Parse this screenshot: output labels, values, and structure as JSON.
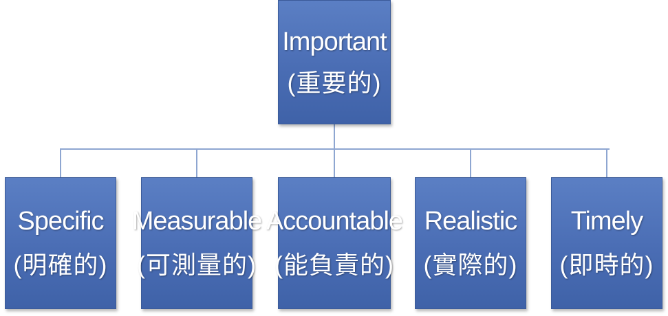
{
  "root": {
    "label_en": "Important",
    "label_zh": "(重要的)"
  },
  "children": [
    {
      "label_en": "Specific",
      "label_zh": "(明確的)"
    },
    {
      "label_en": "Measurable",
      "label_zh": "(可測量的)"
    },
    {
      "label_en": "Accountable",
      "label_zh": "(能負責的)"
    },
    {
      "label_en": "Realistic",
      "label_zh": "(實際的)"
    },
    {
      "label_en": "Timely",
      "label_zh": "(即時的)"
    }
  ],
  "colors": {
    "box_fill": "#4a6db4",
    "box_border": "#3a5a98",
    "connector": "#8ea6d1",
    "text": "#ffffff"
  }
}
